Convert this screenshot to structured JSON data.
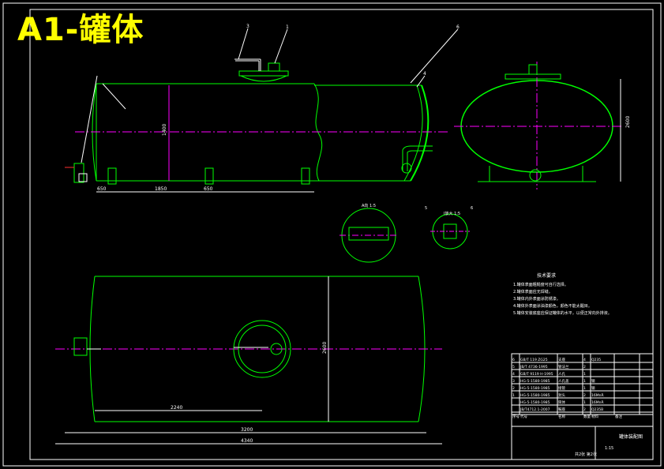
{
  "title": "A1-罐体",
  "balloons": [
    "3",
    "1",
    "6",
    "4",
    "5",
    "6"
  ],
  "dimensions": {
    "dim_650": "650",
    "dim_1850": "1850",
    "dim_1400_side": "1400",
    "dim_2240": "2240",
    "dim_2600_end": "2600",
    "dim_2240_plan": "2240",
    "dim_2600_plan": "2600",
    "dim_3200_overall": "3200",
    "dim_4340_total": "4340"
  },
  "section_label": "A向 1:5",
  "detail_label": "I放大 1:5",
  "notes": {
    "heading": "技术要求",
    "lines": [
      "1.罐体表面粗糙度可自行选择。",
      "2.罐体表面应无焊缝。",
      "3.罐体内外表面涂防锈漆。",
      "4.罐体外表面涂油漆颜色，颜色不能太醒目。",
      "5.罐体安装底座应保证罐体的水平，以便正常向外排液。"
    ]
  },
  "title_block": {
    "drawing_name": "罐体装配图",
    "sheet_info": "共2张  第2张",
    "scale": "1:15",
    "weight": "",
    "bom_rows": [
      [
        "6",
        "GB/T 119 ZG25",
        "支座",
        "4",
        "Q235",
        ""
      ],
      [
        "5",
        "JB/T 4736-1995",
        "管法兰",
        "2",
        "",
        ""
      ],
      [
        "4",
        "GB/T 9119 H-1995",
        "人孔",
        "1",
        "",
        ""
      ],
      [
        "3",
        "HG-5-1580-1985",
        "人孔盖",
        "1",
        "钢",
        ""
      ],
      [
        "2",
        "HG-5-1580-1985",
        "接管",
        "1",
        "钢",
        ""
      ],
      [
        "1",
        "HG-5-1580-1985",
        "封头",
        "2",
        "16MnR",
        ""
      ],
      [
        "",
        "HG-5-1580-1985",
        "筒体",
        "1",
        "16MnR",
        ""
      ],
      [
        "",
        "JB/T4712.1-2007",
        "鞍座",
        "2",
        "Q235B",
        ""
      ]
    ],
    "header_labels": [
      "序号",
      "代号",
      "名称",
      "数量",
      "材料",
      "备注"
    ]
  }
}
